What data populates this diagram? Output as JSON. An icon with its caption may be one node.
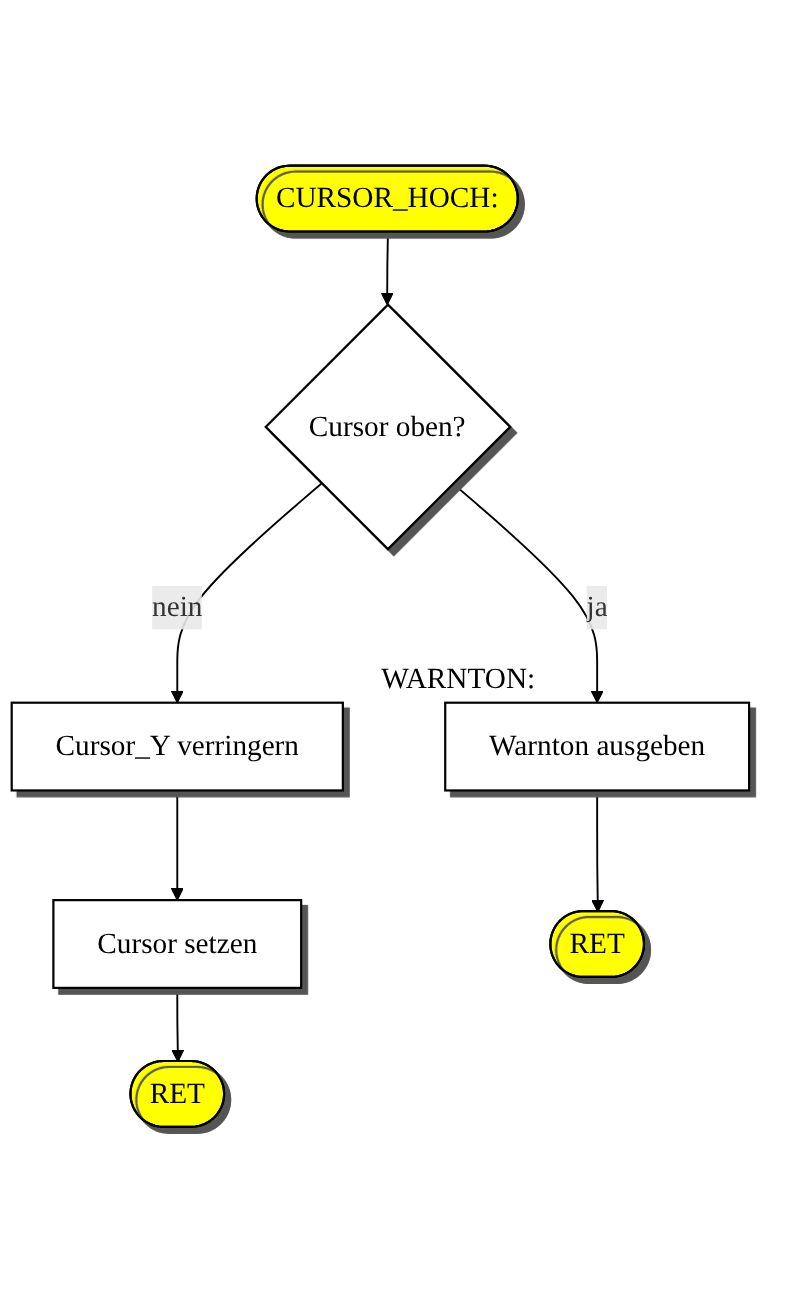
{
  "diagram": {
    "nodes": [
      {
        "text": [
          "CURSOR_HOCH:"
        ]
      },
      {
        "text": [
          "Cursor oben?"
        ]
      },
      {
        "text": [
          "Cursor_Y verringern"
        ]
      },
      {
        "text": [
          "Cursor setzen"
        ]
      },
      {
        "text": [
          "RET"
        ]
      },
      {
        "text": [
          "Warnton ausgeben"
        ],
        "beside": [
          "WARNTON:"
        ]
      },
      {
        "text": [
          "RET"
        ]
      }
    ],
    "edges": [
      {
        "from": 0,
        "to": 1,
        "arrow": "to"
      },
      {
        "from": 1,
        "to": 2,
        "arrow": "to",
        "label": "nein"
      },
      {
        "from": 2,
        "to": 3,
        "arrow": "to"
      },
      {
        "from": 3,
        "to": 4,
        "arrow": "to"
      },
      {
        "from": 1,
        "to": 5,
        "arrow": "to",
        "label": "ja"
      },
      {
        "from": 5,
        "to": 6,
        "arrow": "to"
      }
    ]
  }
}
